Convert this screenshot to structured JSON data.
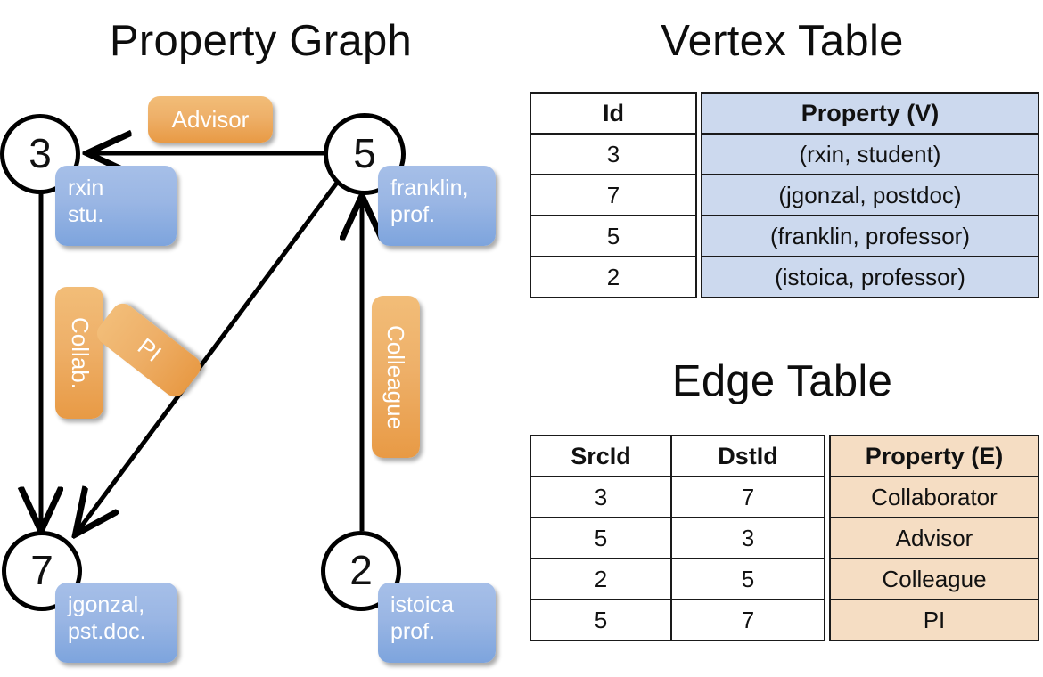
{
  "titles": {
    "graph": "Property Graph",
    "vertex_table": "Vertex Table",
    "edge_table": "Edge Table"
  },
  "colors": {
    "vertex_property_fill": "#ccd9ee",
    "edge_property_fill": "#f5ddc3",
    "vertex_bubble": "#9ab6e4",
    "edge_chip": "#eeb069",
    "stroke": "#000000"
  },
  "graph": {
    "nodes": [
      {
        "id": "3",
        "property_line1": "rxin",
        "property_line2": "stu."
      },
      {
        "id": "5",
        "property_line1": "franklin,",
        "property_line2": "prof."
      },
      {
        "id": "7",
        "property_line1": "jgonzal,",
        "property_line2": "pst.doc."
      },
      {
        "id": "2",
        "property_line1": "istoica",
        "property_line2": "prof."
      }
    ],
    "edge_labels": [
      {
        "label": "Advisor",
        "orientation": "horizontal"
      },
      {
        "label": "Collab.",
        "orientation": "vertical"
      },
      {
        "label": "PI",
        "orientation": "diagonal"
      },
      {
        "label": "Colleague",
        "orientation": "vertical"
      }
    ],
    "edges": [
      {
        "src": "5",
        "dst": "3",
        "label": "Advisor"
      },
      {
        "src": "3",
        "dst": "7",
        "label": "Collab."
      },
      {
        "src": "5",
        "dst": "7",
        "label": "PI"
      },
      {
        "src": "2",
        "dst": "5",
        "label": "Colleague"
      }
    ]
  },
  "vertex_table": {
    "headers": [
      "Id",
      "Property (V)"
    ],
    "rows": [
      {
        "id": "3",
        "property": "(rxin, student)"
      },
      {
        "id": "7",
        "property": "(jgonzal, postdoc)"
      },
      {
        "id": "5",
        "property": "(franklin, professor)"
      },
      {
        "id": "2",
        "property": "(istoica, professor)"
      }
    ]
  },
  "edge_table": {
    "headers": [
      "SrcId",
      "DstId",
      "Property (E)"
    ],
    "rows": [
      {
        "src": "3",
        "dst": "7",
        "property": "Collaborator"
      },
      {
        "src": "5",
        "dst": "3",
        "property": "Advisor"
      },
      {
        "src": "2",
        "dst": "5",
        "property": "Colleague"
      },
      {
        "src": "5",
        "dst": "7",
        "property": "PI"
      }
    ]
  }
}
